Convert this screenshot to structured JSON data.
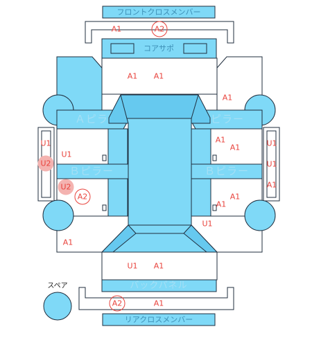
{
  "parts": {
    "front_cross_member": "フロントクロスメンバー",
    "core_support": "コアサポ",
    "a_pillar_left": "Ａピラー",
    "a_pillar_right": "Ａピラー",
    "b_pillar_left": "Ｂピラー",
    "b_pillar_right": "Ｂピラー",
    "back_panel": "バックパネル",
    "rear_cross_member": "リアクロスメンバー",
    "spare": "スペア"
  },
  "marks": {
    "front_bar_a1": "A1",
    "front_bar_a2": "A2",
    "hood_a1_left": "A1",
    "hood_a1_right": "A1",
    "fender_right_a1": "A1",
    "left_rocker_u1": "U1",
    "left_rocker_u2": "U2",
    "left_front_door_u1": "U1",
    "left_rear_door_u2": "U2",
    "left_rear_door_a2": "A2",
    "left_quarter_a1": "A1",
    "right_front_door_a1_top": "A1",
    "right_front_door_a1_bottom": "A1",
    "right_rear_door_a1_left": "A1",
    "right_rear_door_a1_right": "A1",
    "right_quarter_u1": "U1",
    "right_rocker_u1_top": "U1",
    "right_rocker_u1_mid": "U1",
    "right_rocker_a1": "A1",
    "trunk_u1": "U1",
    "trunk_a1": "A1",
    "rear_bar_a2": "A2",
    "rear_bar_a1": "A1"
  },
  "colors": {
    "part_fill": "#7fd9f7",
    "outline": "#1f2d3d",
    "mark_red": "#e8423b",
    "u2_highlight": "#f4b3b0"
  }
}
